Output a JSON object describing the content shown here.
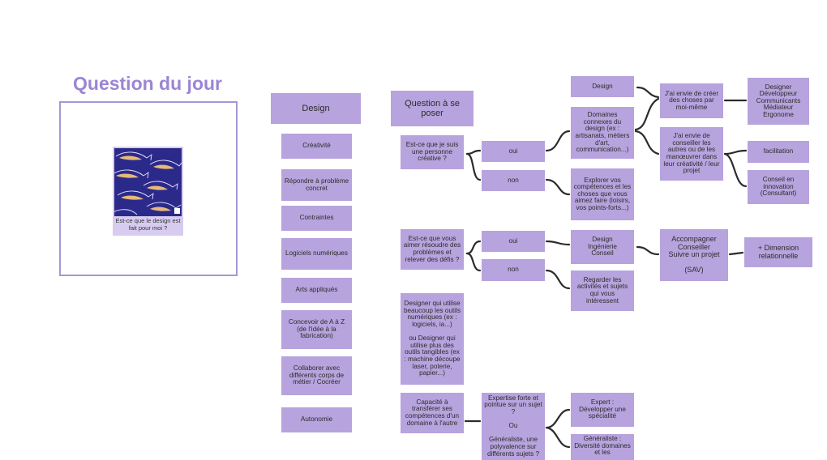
{
  "question": {
    "title": "Question du jour",
    "caption": "Est-ce que le design est fait pour moi ?"
  },
  "design_column": {
    "header": "Design",
    "items": [
      "Créativité",
      "Répondre à problème concret",
      "Contraintes",
      "Logiciels numériques",
      "Arts appliqués",
      "Concevoir de A à Z (de l'idée à la fabrication)",
      "Collaborer avec différents corps de métier / Cocréer",
      "Autonomie"
    ]
  },
  "flow": {
    "header": "Question à se poser",
    "q1": "Est-ce que je suis une personne créative ?",
    "q1_oui": "oui",
    "q1_non": "non",
    "design_top": "Design",
    "domaines": "Domaines connexes du design (ex : artisanats, métiers d'art, communication...)",
    "explorer": "Explorer vos compétences et les choses que vous aimez faire (loisirs, vos points-forts...)",
    "creer": "J'ai envie de créer des choses par moi-même",
    "conseiller": "J'ai envie de conseiller les autres ou de les manœuvrer dans leur créativité / leur projet",
    "metiers": "Designer\nDéveloppeur\nCommunicants\nMédiateur\nErgonome",
    "facilitation": "facilitation",
    "conseil_innovation": "Conseil en innovation (Consultant)",
    "q2": "Est-ce que vous aimer résoudre des problèmes et relever des défis ?",
    "q2_oui": "oui",
    "q2_non": "non",
    "ingenierie": "Design\nIngénierie\nConseil",
    "accompagner": "Accompagner\nConseiller\nSuivre un projet\n\n(SAV)",
    "relationnelle": "+ Dimension relationnelle",
    "regarder": "Regarder les activités et sujets qui vous intéressent",
    "q3": "Designer qui utilise beaucoup les outils numériques (ex : logiciels, ia...)\n\nou Designer qui utilise plus des outils tangibles (ex : machine découpe laser, poterie, papier...)",
    "q4": "Capacité à transférer ses compétences d'un domaine à l'autre",
    "expertise": "Expertise forte et pointue sur un sujet ?\n\nOu\n\nGénéraliste, une polyvalence sur différents sujets ?",
    "expert": "Expert : Développer une spécialité",
    "generaliste": "Généraliste : Diversité domaines et les"
  },
  "colors": {
    "node": "#b7a3de",
    "title": "#9b85d4",
    "frame": "#a796d6",
    "connector": "#2b2b2b",
    "illustration_bg": "#2b2a8a"
  },
  "icons": [
    "whale-illustration"
  ]
}
